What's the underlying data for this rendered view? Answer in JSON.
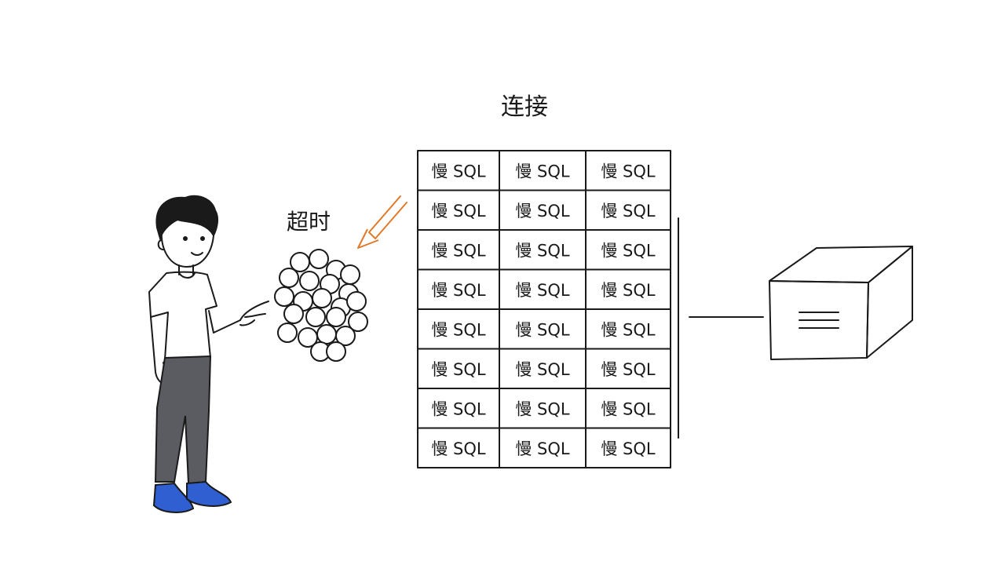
{
  "title": "连接",
  "timeout_label": "超时",
  "cell_label": "慢 SQL",
  "pool": {
    "rows": 8,
    "cols": 3
  },
  "colors": {
    "ink": "#1a1a1a",
    "arrow": "#e07a2a",
    "shoe": "#2f5fd0",
    "pants": "#5a5c62"
  },
  "icons": {
    "person": "person-pointing-icon",
    "bubbles": "request-bubbles-icon",
    "arrow": "orange-arrow-icon",
    "server": "database-box-icon"
  }
}
